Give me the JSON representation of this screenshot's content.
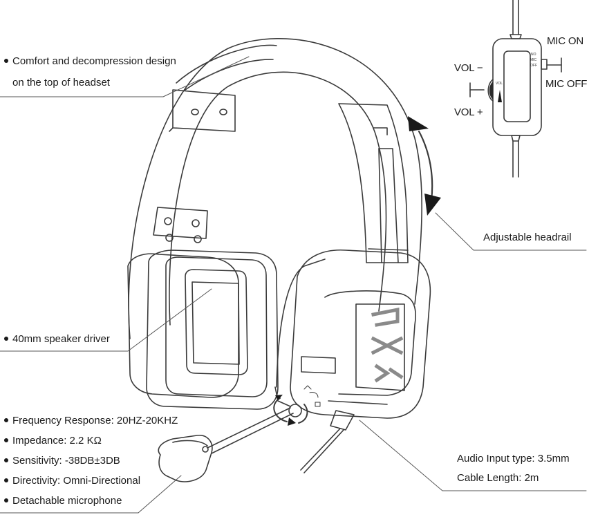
{
  "callouts": {
    "top_design_line1": "Comfort and decompression design",
    "top_design_line2": "on the top of headset",
    "headrail": "Adjustable headrail",
    "driver": "40mm speaker driver",
    "audio_input": "Audio Input type: 3.5mm",
    "cable_length": "Cable Length: 2m"
  },
  "specs": [
    "Frequency Response: 20HZ-20KHZ",
    "Impedance: 2.2 KΩ",
    "Sensitivity: -38DB±3DB",
    "Directivity: Omni-Directional",
    "Detachable microphone"
  ],
  "controller": {
    "mic_on": "MIC ON",
    "mic_off": "MIC OFF",
    "vol_minus": "VOL −",
    "vol_plus": "VOL +",
    "switch_labels": [
      "NO",
      "MIC",
      "OFF"
    ],
    "wheel_label": "VOL"
  },
  "colors": {
    "line": "#3a3a3a",
    "text": "#1a1a1a",
    "accent_gray": "#8a8a8a"
  }
}
